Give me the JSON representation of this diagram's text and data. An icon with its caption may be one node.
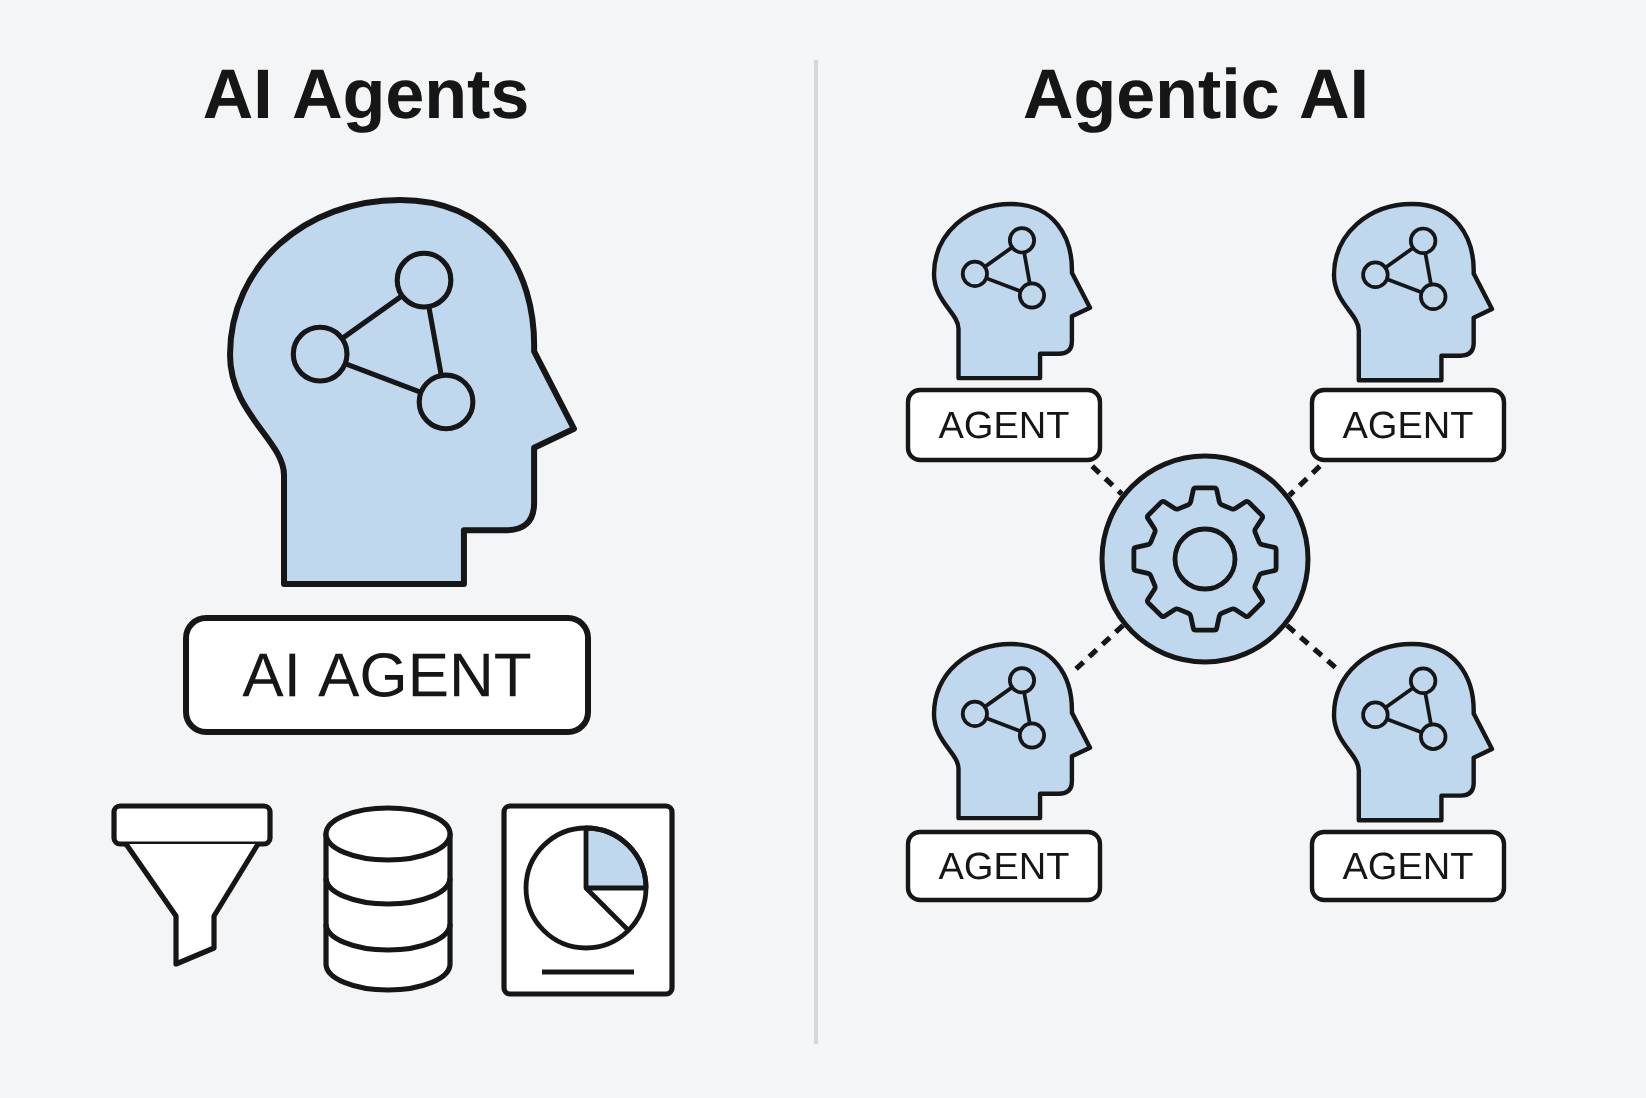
{
  "diagram": {
    "nodes": [
      {
        "text": [
          "AI AGENT"
        ]
      },
      {
        "text": [
          "AGENT"
        ]
      },
      {
        "text": [
          "AGENT"
        ]
      },
      {
        "text": [],
        "shape": "circle"
      },
      {
        "text": [],
        "shape": "picture"
      },
      {
        "text": [],
        "shape": "picture"
      },
      {
        "text": [
          "AGENT"
        ]
      },
      {
        "text": [
          "AGENT"
        ]
      }
    ],
    "edges": [
      {
        "from": 1,
        "to": 3,
        "arrow": "none",
        "style": "dashed"
      },
      {
        "from": 2,
        "to": 3,
        "arrow": "none",
        "style": "dashed"
      },
      {
        "from": 3,
        "to": 4,
        "arrow": "none",
        "style": "dashed"
      },
      {
        "from": 3,
        "to": 5,
        "arrow": "none",
        "style": "dashed"
      }
    ],
    "labels": [
      "AI Agents",
      "Agentic AI"
    ]
  }
}
